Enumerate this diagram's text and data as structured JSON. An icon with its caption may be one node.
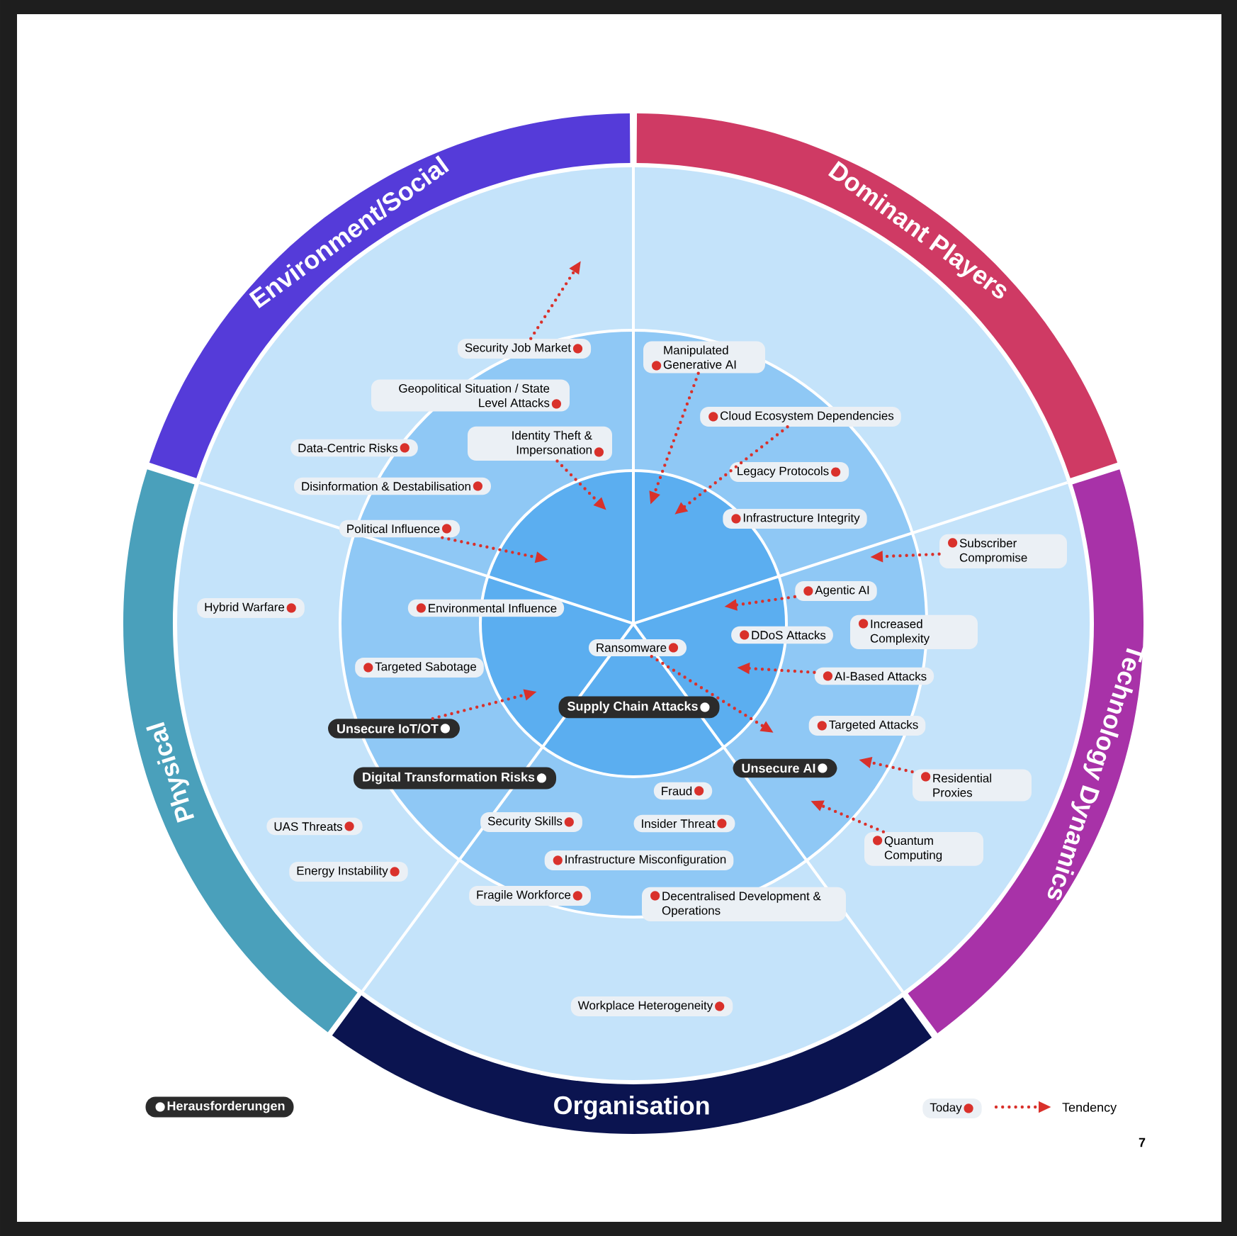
{
  "diagram": {
    "nodes": [
      {
        "text": [
          "Environment/Social"
        ]
      },
      {
        "text": [
          "Dominant Players"
        ]
      },
      {
        "text": [
          "Technology Dynamics"
        ]
      },
      {
        "text": [
          "Organisation"
        ]
      },
      {
        "text": [
          "Physical"
        ]
      },
      {
        "text": [
          "Security Job Market"
        ]
      },
      {
        "text": [
          "Geopolitical Situation / State Level Attacks"
        ]
      },
      {
        "text": [
          "Data-Centric Risks"
        ]
      },
      {
        "text": [
          "Identity Theft & Impersonation"
        ]
      },
      {
        "text": [
          "Disinformation & Destabilisation"
        ]
      },
      {
        "text": [
          "Political Influence"
        ]
      },
      {
        "text": [
          "Manipulated Generative AI"
        ]
      },
      {
        "text": [
          "Cloud Ecosystem Dependencies"
        ]
      },
      {
        "text": [
          "Legacy Protocols"
        ]
      },
      {
        "text": [
          "Infrastructure Integrity"
        ]
      },
      {
        "text": [
          "Subscriber Compromise"
        ]
      },
      {
        "text": [
          "Agentic AI"
        ]
      },
      {
        "text": [
          "Increased Complexity"
        ]
      },
      {
        "text": [
          "DDoS Attacks"
        ]
      },
      {
        "text": [
          "AI-Based Attacks"
        ]
      },
      {
        "text": [
          "Hybrid Warfare"
        ]
      },
      {
        "text": [
          "Environmental Influence"
        ]
      },
      {
        "text": [
          "Targeted Sabotage"
        ]
      },
      {
        "text": [
          "Ransomware"
        ]
      },
      {
        "text": [
          "Supply Chain Attacks"
        ]
      },
      {
        "text": [
          "Unsecure IoT/OT"
        ]
      },
      {
        "text": [
          "Targeted Attacks"
        ]
      },
      {
        "text": [
          "Digital Transformation Risks"
        ]
      },
      {
        "text": [
          "Unsecure AI"
        ]
      },
      {
        "text": [
          "Residential Proxies"
        ]
      },
      {
        "text": [
          "Fraud"
        ]
      },
      {
        "text": [
          "Security Skills"
        ]
      },
      {
        "text": [
          "Insider Threat"
        ]
      },
      {
        "text": [
          "Quantum Computing"
        ]
      },
      {
        "text": [
          "UAS Threats"
        ]
      },
      {
        "text": [
          "Infrastructure Misconfiguration"
        ]
      },
      {
        "text": [
          "Energy Instability"
        ]
      },
      {
        "text": [
          "Fragile Workforce"
        ]
      },
      {
        "text": [
          "Decentralised Development & Operations"
        ]
      },
      {
        "text": [
          "Workplace Heterogeneity"
        ]
      }
    ],
    "edges": [
      {
        "from": 5,
        "to": null,
        "arrow": "to"
      },
      {
        "from": 8,
        "to": null,
        "arrow": "to"
      },
      {
        "from": 10,
        "to": null,
        "arrow": "to"
      },
      {
        "from": 11,
        "to": null,
        "arrow": "to"
      },
      {
        "from": 12,
        "to": null,
        "arrow": "to"
      },
      {
        "from": 15,
        "to": null,
        "arrow": "to"
      },
      {
        "from": 16,
        "to": null,
        "arrow": "to"
      },
      {
        "from": 19,
        "to": null,
        "arrow": "to"
      },
      {
        "from": 23,
        "to": null,
        "arrow": "to"
      },
      {
        "from": 29,
        "to": null,
        "arrow": "to"
      },
      {
        "from": 33,
        "to": null,
        "arrow": "to"
      },
      {
        "from": 25,
        "to": null,
        "arrow": "to"
      }
    ],
    "labels": [
      "7"
    ],
    "legend": [
      {
        "text": "Herausforderungen"
      },
      {
        "text": "Today"
      },
      {
        "text": "Tendency"
      }
    ]
  }
}
